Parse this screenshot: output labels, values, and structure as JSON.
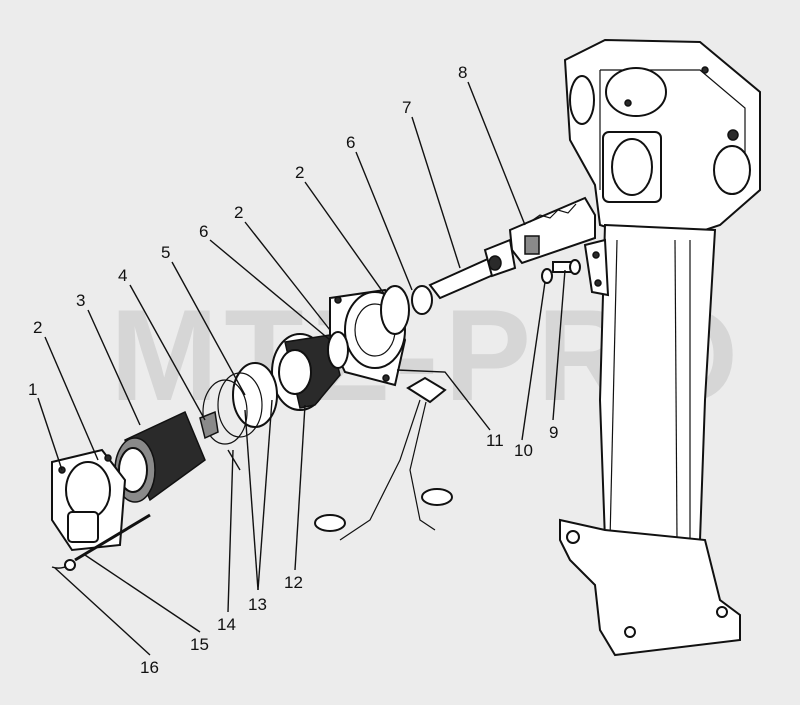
{
  "watermark": "MTZ-PRO",
  "callouts": [
    "1",
    "2",
    "3",
    "4",
    "5",
    "6",
    "2",
    "2",
    "6",
    "7",
    "8",
    "9",
    "10",
    "11",
    "12",
    "13",
    "14",
    "15",
    "16"
  ],
  "colors": {
    "background": "#ececec",
    "ink": "#111111"
  }
}
